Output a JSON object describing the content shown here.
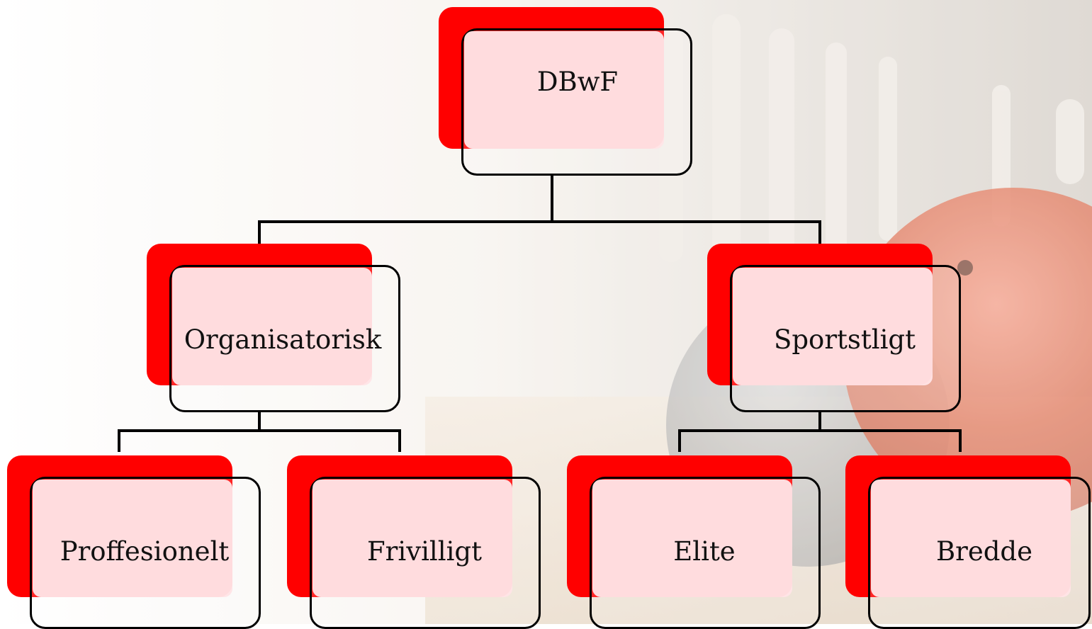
{
  "diagram": {
    "type": "organization-chart",
    "root": {
      "label": "DBwF"
    },
    "branches": [
      {
        "label": "Organisatorisk",
        "children": [
          {
            "label": "Proffesionelt"
          },
          {
            "label": "Frivilligt"
          }
        ]
      },
      {
        "label": "Sportstligt",
        "children": [
          {
            "label": "Elite"
          },
          {
            "label": "Bredde"
          }
        ]
      }
    ]
  },
  "colors": {
    "accent": "#ff0000",
    "node_fill": "#ffe4e6",
    "outline": "#000000"
  },
  "background": {
    "description_icon": "bowling-ball-and-pins-photo"
  }
}
